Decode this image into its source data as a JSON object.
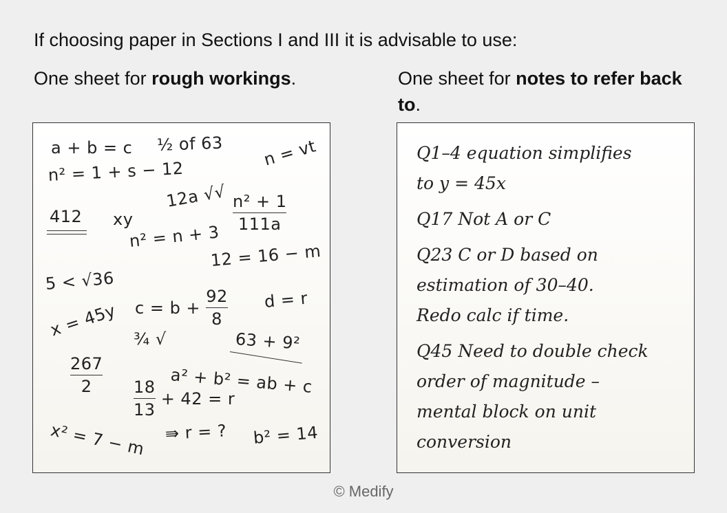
{
  "intro": "If choosing paper in Sections I and III it is advisable to use:",
  "left_heading": {
    "prefix": "One sheet for ",
    "bold": "rough workings",
    "suffix": "."
  },
  "right_heading": {
    "prefix": "One sheet for ",
    "bold": "notes to refer back to",
    "suffix": "."
  },
  "rough_workings": {
    "eq1": "a + b = c",
    "eq2": "½ of 63",
    "eq3": "n = vt",
    "eq4": "n² = 1 + s − 12",
    "eq5": "12a √√",
    "eq6_num": "n² + 1",
    "eq6_den": "111a",
    "eq7": "412",
    "eq8": "xy",
    "eq9": "n² = n + 3",
    "eq10": "12 = 16 − m",
    "eq11": "5 < √36",
    "eq12_pre": "c = b +",
    "eq12_num": "92",
    "eq12_den": "8",
    "eq13": "d = r",
    "eq14": "x = 45y",
    "eq15": "¾ √",
    "eq16": "63 + 9²",
    "eq17_num": "267",
    "eq17_den": "2",
    "eq18": "a² + b² = ab + c",
    "eq19_num": "18",
    "eq19_den": "13",
    "eq19_post": "+ 42 = r",
    "eq20": "x² = 7 − m",
    "eq21": "⇛ r = ?",
    "eq22": "b² = 14"
  },
  "notes": [
    "Q1–4 equation simplifies",
    "to y = 45x",
    "Q17 Not A or C",
    "Q23 C or D based on",
    "estimation of 30–40.",
    "Redo calc if time.",
    "Q45 Need to double check",
    "order of magnitude –",
    "mental block on unit",
    "conversion"
  ],
  "footer": "© Medify"
}
